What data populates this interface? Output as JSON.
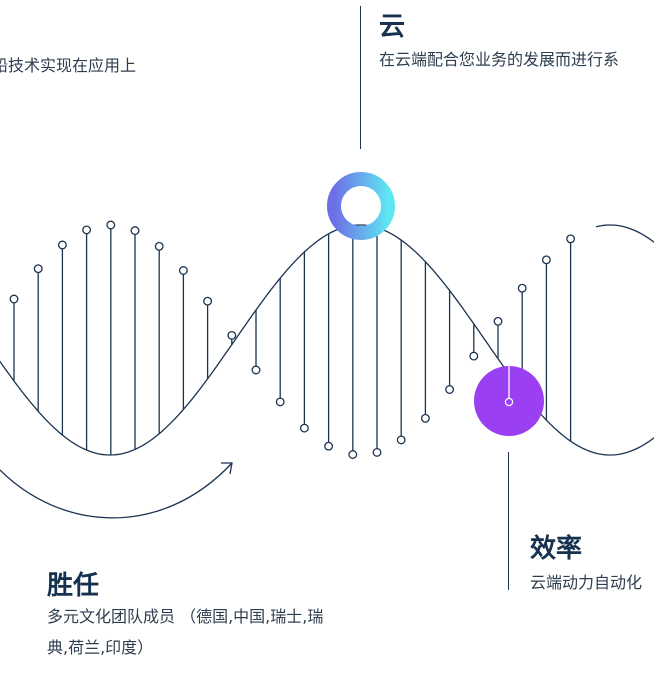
{
  "cloud": {
    "title": "云",
    "description": "在云端配合您业务的发展而进行系"
  },
  "top_left": {
    "description": "铅技术实现在应用上"
  },
  "efficiency": {
    "title": "效率",
    "description": "云端动力自动化"
  },
  "competence": {
    "title": "胜任",
    "description_line1": "多元文化团队成员 （德国,中国,瑞士,瑞",
    "description_line2": "典,荷兰,印度）"
  },
  "colors": {
    "line": "#1b3350",
    "ring_gradient": [
      "#6d6fe6",
      "#5fe6f2"
    ],
    "purple_dot": "#9b3ff2"
  }
}
